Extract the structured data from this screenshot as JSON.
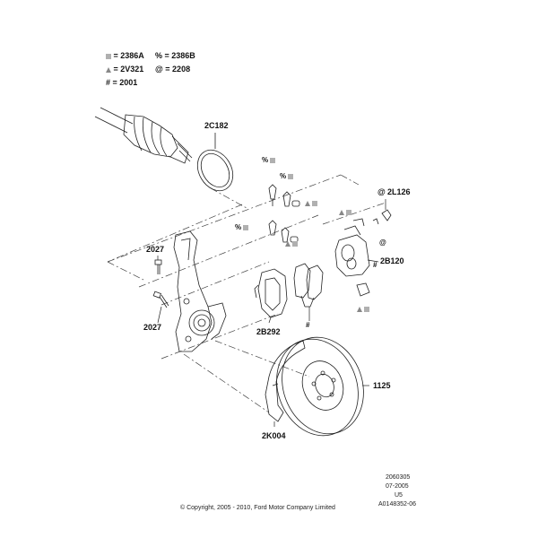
{
  "legend": [
    {
      "symbol": "■",
      "icon": "gray-square-icon",
      "text": "= 2386A"
    },
    {
      "symbol": "%",
      "icon": "percent-symbol-icon",
      "text": "= 2386B"
    },
    {
      "symbol": "▲",
      "icon": "gray-triangle-icon",
      "text": "= 2V321"
    },
    {
      "symbol": "@",
      "icon": "at-symbol-icon",
      "text": "= 2208"
    },
    {
      "symbol": "#",
      "icon": "hash-symbol-icon",
      "text": "= 2001"
    }
  ],
  "callouts": {
    "sensor_ring": "2C182",
    "mounting_bracket": "2L126",
    "caliper": "2B120",
    "pad_bracket": "2B292",
    "upper_bolt": "2027",
    "lower_bolt": "2027",
    "rotor": "1125",
    "splash_shield": "2K004"
  },
  "part_symbols": {
    "percent": "%",
    "at": "@",
    "hash": "#"
  },
  "meta": {
    "line1": "2060305",
    "line2": "07-2005",
    "line3": "U5",
    "line4": "A0148352-06"
  },
  "copyright": "© Copyright, 2005 - 2010, Ford Motor Company Limited",
  "colors": {
    "line": "#222222",
    "legend_gray": "#b0b0b0",
    "background": "#ffffff"
  }
}
